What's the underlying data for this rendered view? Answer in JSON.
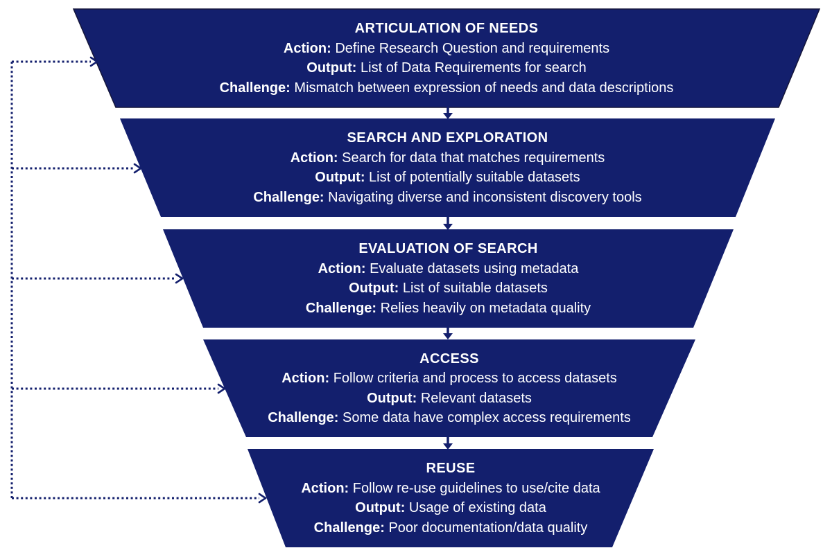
{
  "colors": {
    "navy": "#131f6d",
    "stage1_outline": "#15163a",
    "text": "#ffffff",
    "background": "#ffffff"
  },
  "labels": {
    "action": "Action:",
    "output": "Output:",
    "challenge": "Challenge:"
  },
  "stages": [
    {
      "title": "ARTICULATION OF NEEDS",
      "action": "Define Research Question and requirements",
      "output": "List of Data Requirements for search",
      "challenge": "Mismatch between expression of needs and data descriptions"
    },
    {
      "title": "SEARCH AND EXPLORATION",
      "action": "Search for data that matches requirements",
      "output": "List of potentially suitable datasets",
      "challenge": "Navigating diverse and inconsistent discovery tools"
    },
    {
      "title": "EVALUATION OF SEARCH",
      "action": "Evaluate datasets using metadata",
      "output": "List of suitable datasets",
      "challenge": "Relies heavily on metadata quality"
    },
    {
      "title": "ACCESS",
      "action": "Follow criteria and process to access datasets",
      "output": "Relevant datasets",
      "challenge": "Some data have complex access requirements"
    },
    {
      "title": "REUSE",
      "action": "Follow re-use guidelines to use/cite data",
      "output": "Usage of existing data",
      "challenge": "Poor documentation/data quality"
    }
  ]
}
